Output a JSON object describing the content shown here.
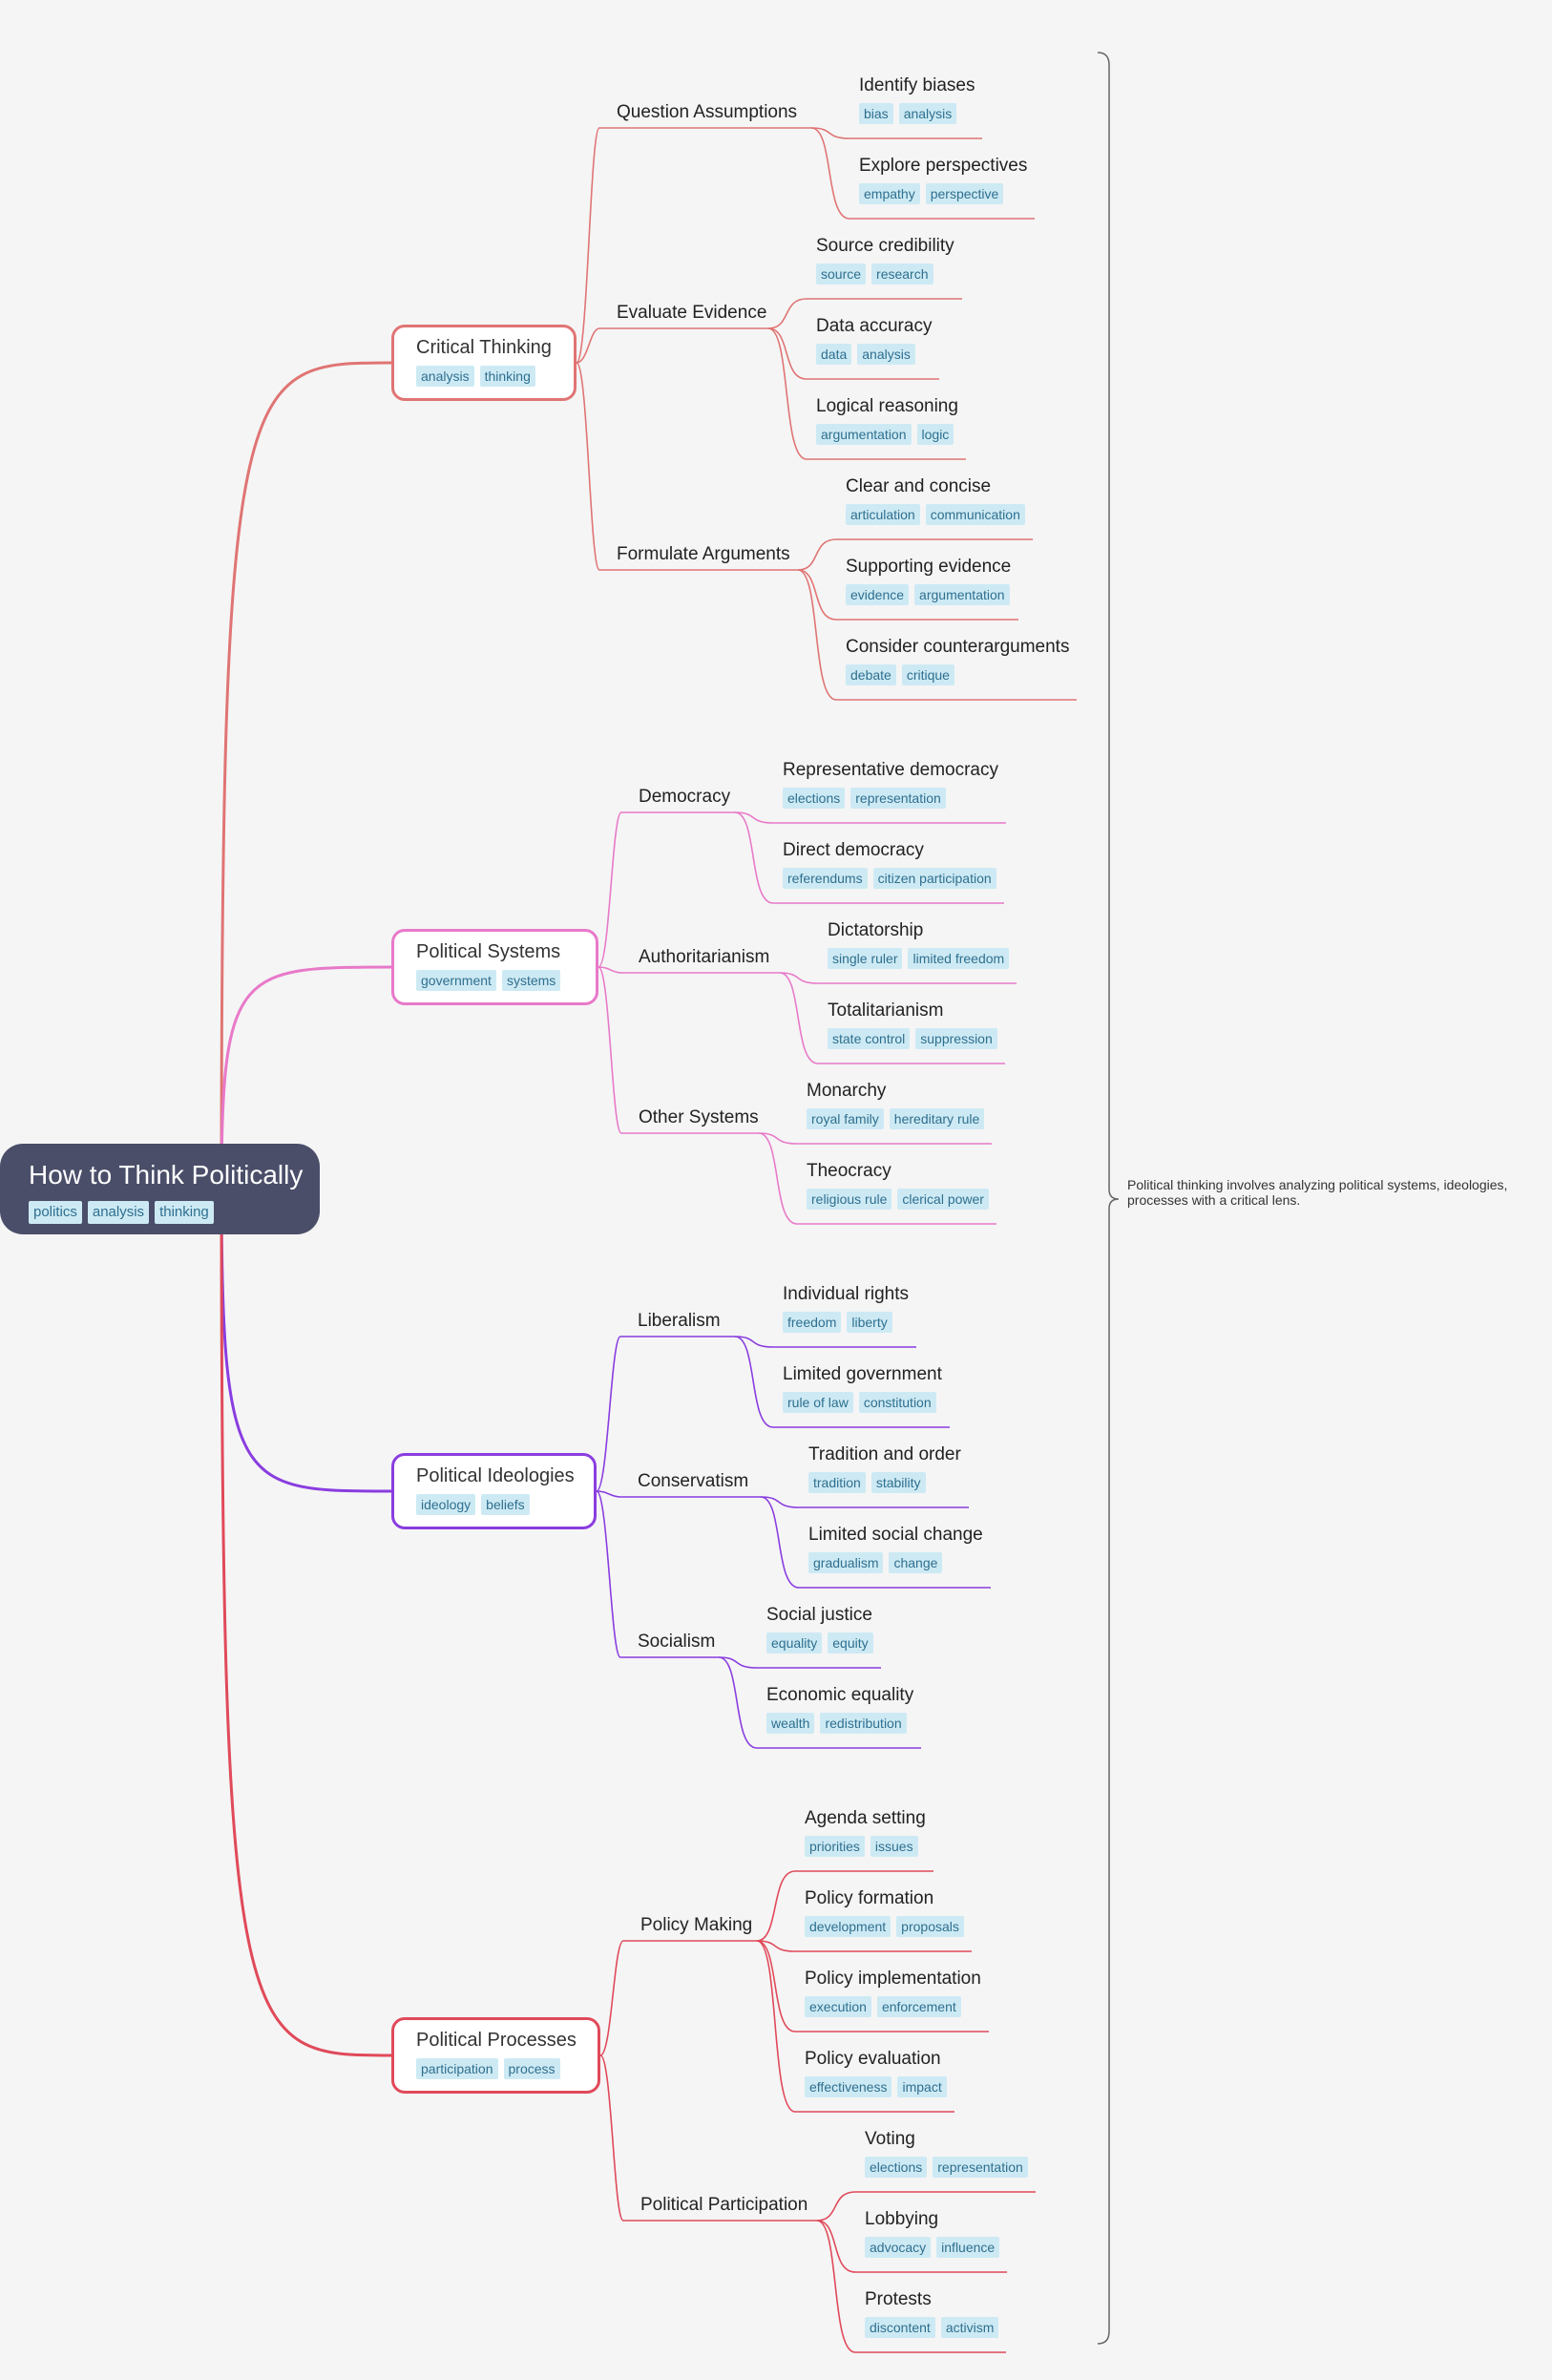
{
  "root": {
    "title": "How to Think Politically",
    "tags": [
      "politics",
      "analysis",
      "thinking"
    ]
  },
  "summary": [
    "Political thinking involves analyzing political systems, ideologies,",
    "processes with a critical lens."
  ],
  "branches": [
    {
      "title": "Critical Thinking",
      "tags": [
        "analysis",
        "thinking"
      ],
      "color": "#e07474",
      "subs": [
        {
          "title": "Question Assumptions",
          "leaves": [
            {
              "title": "Identify biases",
              "tags": [
                "bias",
                "analysis"
              ]
            },
            {
              "title": "Explore perspectives",
              "tags": [
                "empathy",
                "perspective"
              ]
            }
          ]
        },
        {
          "title": "Evaluate Evidence",
          "leaves": [
            {
              "title": "Source credibility",
              "tags": [
                "source",
                "research"
              ]
            },
            {
              "title": "Data accuracy",
              "tags": [
                "data",
                "analysis"
              ]
            },
            {
              "title": "Logical reasoning",
              "tags": [
                "argumentation",
                "logic"
              ]
            }
          ]
        },
        {
          "title": "Formulate Arguments",
          "leaves": [
            {
              "title": "Clear and concise",
              "tags": [
                "articulation",
                "communication"
              ]
            },
            {
              "title": "Supporting evidence",
              "tags": [
                "evidence",
                "argumentation"
              ]
            },
            {
              "title": "Consider counterarguments",
              "tags": [
                "debate",
                "critique"
              ]
            }
          ]
        }
      ]
    },
    {
      "title": "Political Systems",
      "tags": [
        "government",
        "systems"
      ],
      "color": "#e879c9",
      "subs": [
        {
          "title": "Democracy",
          "leaves": [
            {
              "title": "Representative democracy",
              "tags": [
                "elections",
                "representation"
              ]
            },
            {
              "title": "Direct democracy",
              "tags": [
                "referendums",
                "citizen participation"
              ]
            }
          ]
        },
        {
          "title": "Authoritarianism",
          "leaves": [
            {
              "title": "Dictatorship",
              "tags": [
                "single ruler",
                "limited freedom"
              ]
            },
            {
              "title": "Totalitarianism",
              "tags": [
                "state control",
                "suppression"
              ]
            }
          ]
        },
        {
          "title": "Other Systems",
          "leaves": [
            {
              "title": "Monarchy",
              "tags": [
                "royal family",
                "hereditary rule"
              ]
            },
            {
              "title": "Theocracy",
              "tags": [
                "religious rule",
                "clerical power"
              ]
            }
          ]
        }
      ]
    },
    {
      "title": "Political Ideologies",
      "tags": [
        "ideology",
        "beliefs"
      ],
      "color": "#8a3de0",
      "subs": [
        {
          "title": "Liberalism",
          "leaves": [
            {
              "title": "Individual rights",
              "tags": [
                "freedom",
                "liberty"
              ]
            },
            {
              "title": "Limited government",
              "tags": [
                "rule of law",
                "constitution"
              ]
            }
          ]
        },
        {
          "title": "Conservatism",
          "leaves": [
            {
              "title": "Tradition and order",
              "tags": [
                "tradition",
                "stability"
              ]
            },
            {
              "title": "Limited social change",
              "tags": [
                "gradualism",
                "change"
              ]
            }
          ]
        },
        {
          "title": "Socialism",
          "leaves": [
            {
              "title": "Social justice",
              "tags": [
                "equality",
                "equity"
              ]
            },
            {
              "title": "Economic equality",
              "tags": [
                "wealth",
                "redistribution"
              ]
            }
          ]
        }
      ]
    },
    {
      "title": "Political Processes",
      "tags": [
        "participation",
        "process"
      ],
      "color": "#e04a5a",
      "subs": [
        {
          "title": "Policy Making",
          "leaves": [
            {
              "title": "Agenda setting",
              "tags": [
                "priorities",
                "issues"
              ]
            },
            {
              "title": "Policy formation",
              "tags": [
                "development",
                "proposals"
              ]
            },
            {
              "title": "Policy implementation",
              "tags": [
                "execution",
                "enforcement"
              ]
            },
            {
              "title": "Policy evaluation",
              "tags": [
                "effectiveness",
                "impact"
              ]
            }
          ]
        },
        {
          "title": "Political Participation",
          "leaves": [
            {
              "title": "Voting",
              "tags": [
                "elections",
                "representation"
              ]
            },
            {
              "title": "Lobbying",
              "tags": [
                "advocacy",
                "influence"
              ]
            },
            {
              "title": "Protests",
              "tags": [
                "discontent",
                "activism"
              ]
            }
          ]
        }
      ]
    }
  ]
}
